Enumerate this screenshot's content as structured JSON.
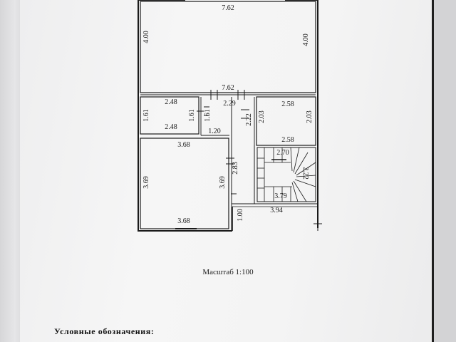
{
  "plan": {
    "dimensions": {
      "top_room_width": "7.62",
      "top_room_left_height": "4.00",
      "top_room_right_height": "4.00",
      "corridor_width": "7.62",
      "corridor_inner": "2.29",
      "small_room_top": "2.48",
      "small_room_bottom": "2.48",
      "small_room_left": "1.61",
      "small_room_right": "1.61",
      "hall_left": "1.61",
      "hall_width": "1.20",
      "right_room_left_outer": "2.22",
      "right_room_left": "2.03",
      "right_room_right": "2.03",
      "right_room_top": "2.58",
      "right_room_bottom": "2.58",
      "big_room_top": "3.68",
      "big_room_bottom": "3.68",
      "big_room_left": "3.69",
      "big_room_right": "3.69",
      "hall_height": "2.83",
      "stair_top": "2.70",
      "stair_right": "2.22",
      "stair_bottom": "3.79",
      "vestibule_width": "3.94",
      "vestibule_height": "1.00"
    }
  },
  "scale_label": "Масштаб 1:100",
  "legend_title": "Условные  обозначения:"
}
